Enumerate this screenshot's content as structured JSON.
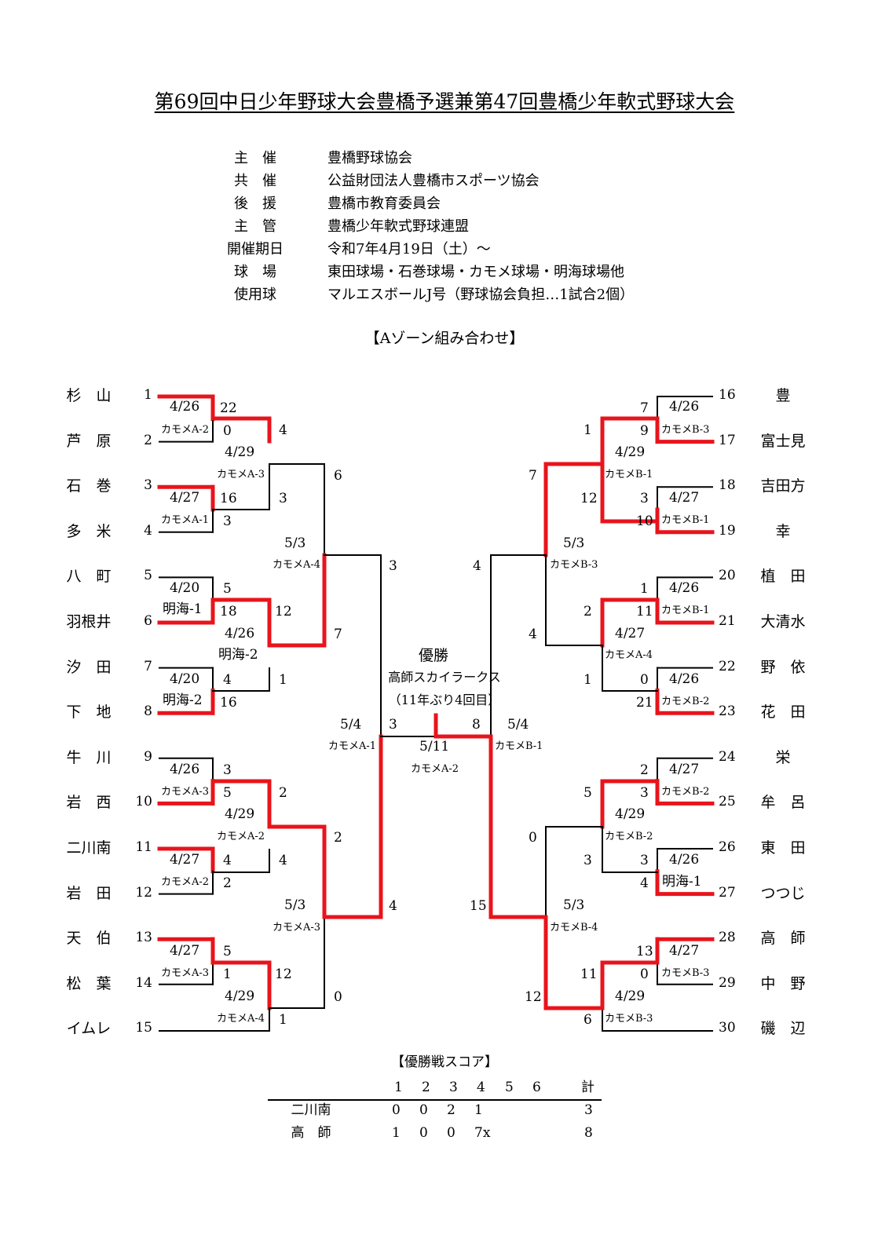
{
  "title": "第69回中日少年野球大会豊橋予選兼第47回豊橋少年軟式野球大会",
  "info": [
    {
      "label": "主　催",
      "value": "豊橋野球協会"
    },
    {
      "label": "共　催",
      "value": "公益財団法人豊橋市スポーツ協会"
    },
    {
      "label": "後　援",
      "value": "豊橋市教育委員会"
    },
    {
      "label": "主　管",
      "value": "豊橋少年軟式野球連盟"
    },
    {
      "label": "開催期日",
      "value": "令和7年4月19日（土）～"
    },
    {
      "label": "球　場",
      "value": "東田球場・石巻球場・カモメ球場・明海球場他"
    },
    {
      "label": "使用球",
      "value": "マルエスボールJ号（野球協会負担…1試合2個）"
    }
  ],
  "zone_title": "【Aゾーン組み合わせ】",
  "teams_left": [
    {
      "seed": "1",
      "name": "杉　山"
    },
    {
      "seed": "2",
      "name": "芦　原"
    },
    {
      "seed": "3",
      "name": "石　巻"
    },
    {
      "seed": "4",
      "name": "多　米"
    },
    {
      "seed": "5",
      "name": "八　町"
    },
    {
      "seed": "6",
      "name": "羽根井"
    },
    {
      "seed": "7",
      "name": "汐　田"
    },
    {
      "seed": "8",
      "name": "下　地"
    },
    {
      "seed": "9",
      "name": "牛　川"
    },
    {
      "seed": "10",
      "name": "岩　西"
    },
    {
      "seed": "11",
      "name": "二川南"
    },
    {
      "seed": "12",
      "name": "岩　田"
    },
    {
      "seed": "13",
      "name": "天　伯"
    },
    {
      "seed": "14",
      "name": "松　葉"
    },
    {
      "seed": "15",
      "name": "イムレ"
    }
  ],
  "teams_right": [
    {
      "seed": "16",
      "name": "豊"
    },
    {
      "seed": "17",
      "name": "富士見"
    },
    {
      "seed": "18",
      "name": "吉田方"
    },
    {
      "seed": "19",
      "name": "幸"
    },
    {
      "seed": "20",
      "name": "植　田"
    },
    {
      "seed": "21",
      "name": "大清水"
    },
    {
      "seed": "22",
      "name": "野　依"
    },
    {
      "seed": "23",
      "name": "花　田"
    },
    {
      "seed": "24",
      "name": "栄"
    },
    {
      "seed": "25",
      "name": "牟　呂"
    },
    {
      "seed": "26",
      "name": "東　田"
    },
    {
      "seed": "27",
      "name": "つつじ"
    },
    {
      "seed": "28",
      "name": "高　師"
    },
    {
      "seed": "29",
      "name": "中　野"
    },
    {
      "seed": "30",
      "name": "磯　辺"
    }
  ],
  "bracket_labels": {
    "L1a_d": "4/26",
    "L1a_v": "カモメA-2",
    "L1a_s1": "22",
    "L1a_s2": "0",
    "L1b_d": "4/27",
    "L1b_v": "カモメA-1",
    "L1b_s1": "16",
    "L1b_s2": "3",
    "L1c_d": "4/20",
    "L1c_v": "明海-1",
    "L1c_s1": "5",
    "L1c_s2": "18",
    "L1d_d": "4/20",
    "L1d_v": "明海-2",
    "L1d_s1": "4",
    "L1d_s2": "16",
    "L1e_d": "4/26",
    "L1e_v": "カモメA-3",
    "L1e_s1": "3",
    "L1e_s2": "5",
    "L1f_d": "4/27",
    "L1f_v": "カモメA-2",
    "L1f_s1": "4",
    "L1f_s2": "2",
    "L1g_d": "4/27",
    "L1g_v": "カモメA-3",
    "L1g_s1": "5",
    "L1g_s2": "1",
    "L2a_d": "4/29",
    "L2a_v": "カモメA-3",
    "L2a_s1": "4",
    "L2a_s2": "3",
    "L2b_d": "4/26",
    "L2b_v": "明海-2",
    "L2b_s1": "12",
    "L2b_s2": "1",
    "L2c_d": "4/29",
    "L2c_v": "カモメA-2",
    "L2c_s1": "2",
    "L2c_s2": "4",
    "L2d_d": "4/29",
    "L2d_v": "カモメA-4",
    "L2d_s1": "12",
    "L2d_s2": "1",
    "L3a_d": "5/3",
    "L3a_v": "カモメA-4",
    "L3a_s1": "6",
    "L3a_s2": "7",
    "L3b_d": "5/3",
    "L3b_v": "カモメA-3",
    "L3b_s1": "2",
    "L3b_s2": "0",
    "L4_d": "5/4",
    "L4_v": "カモメA-1",
    "L4_s1": "3",
    "L4_s2": "4",
    "F_d": "5/11",
    "F_v": "カモメA-2",
    "F_s1": "3",
    "F_s2": "8",
    "R4_d": "5/4",
    "R4_v": "カモメB-1",
    "R4_s1": "4",
    "R4_s2": "15",
    "R3a_d": "5/3",
    "R3a_v": "カモメB-3",
    "R3a_s1": "7",
    "R3a_s2": "4",
    "R3b_d": "5/3",
    "R3b_v": "カモメB-4",
    "R3b_s1": "0",
    "R3b_s2": "12",
    "R2a_d": "4/29",
    "R2a_v": "カモメB-1",
    "R2a_s1": "1",
    "R2a_s2": "12",
    "R2b_d": "4/27",
    "R2b_v": "カモメA-4",
    "R2b_s1": "2",
    "R2b_s2": "1",
    "R2c_d": "4/29",
    "R2c_v": "カモメB-2",
    "R2c_s1": "5",
    "R2c_s2": "3",
    "R2d_d": "4/29",
    "R2d_v": "カモメB-3",
    "R2d_s1": "11",
    "R2d_s2": "6",
    "R1a_d": "4/26",
    "R1a_v": "カモメB-3",
    "R1a_s1": "7",
    "R1a_s2": "9",
    "R1b_d": "4/27",
    "R1b_v": "カモメB-1",
    "R1b_s1": "3",
    "R1b_s2": "10",
    "R1c_d": "4/26",
    "R1c_v": "カモメB-1",
    "R1c_s1": "1",
    "R1c_s2": "11",
    "R1d_d": "4/26",
    "R1d_v": "カモメB-2",
    "R1d_s1": "0",
    "R1d_s2": "21",
    "R1e_d": "4/27",
    "R1e_v": "カモメB-2",
    "R1e_s1": "2",
    "R1e_s2": "3",
    "R1f_d": "4/26",
    "R1f_v": "明海-1",
    "R1f_s1": "3",
    "R1f_s2": "4",
    "R1g_d": "4/27",
    "R1g_v": "カモメB-3",
    "R1g_s1": "13",
    "R1g_s2": "0"
  },
  "champion": {
    "label": "優勝",
    "team": "高師スカイラークス",
    "note": "（11年ぶり4回目）"
  },
  "scoreboard": {
    "title": "【優勝戦スコア】",
    "innings": [
      "1",
      "2",
      "3",
      "4",
      "5",
      "6"
    ],
    "total_label": "計",
    "rows": [
      {
        "team": "二川南",
        "scores": [
          "0",
          "0",
          "2",
          "1",
          "",
          ""
        ],
        "total": "3"
      },
      {
        "team": "高　師",
        "scores": [
          "1",
          "0",
          "0",
          "7x",
          "",
          ""
        ],
        "total": "8"
      }
    ]
  },
  "colors": {
    "winner_line": "#e8141c",
    "line": "#000000"
  }
}
